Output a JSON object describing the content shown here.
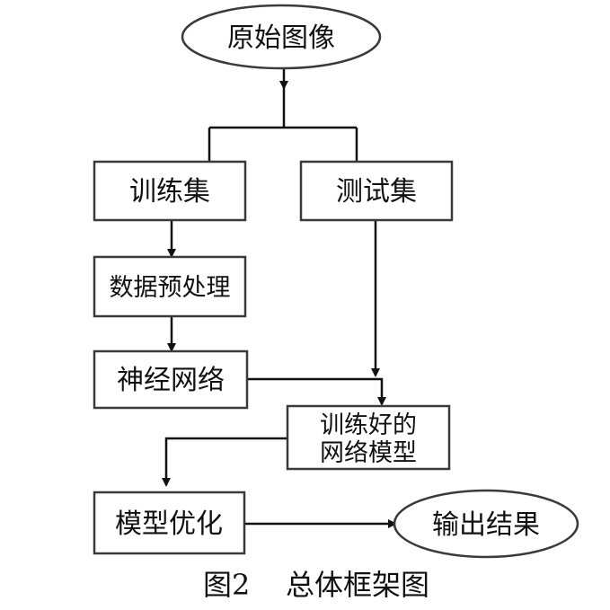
{
  "nodes": {
    "source_image": "原始图像",
    "training_set": "训练集",
    "test_set": "测试集",
    "preprocessing": "数据预处理",
    "neural_network": "神经网络",
    "trained_model_line1": "训练好的",
    "trained_model_line2": "网络模型",
    "model_optimization": "模型优化",
    "output_result": "输出结果"
  },
  "caption": {
    "figure_number": "图2",
    "title": "总体框架图"
  }
}
